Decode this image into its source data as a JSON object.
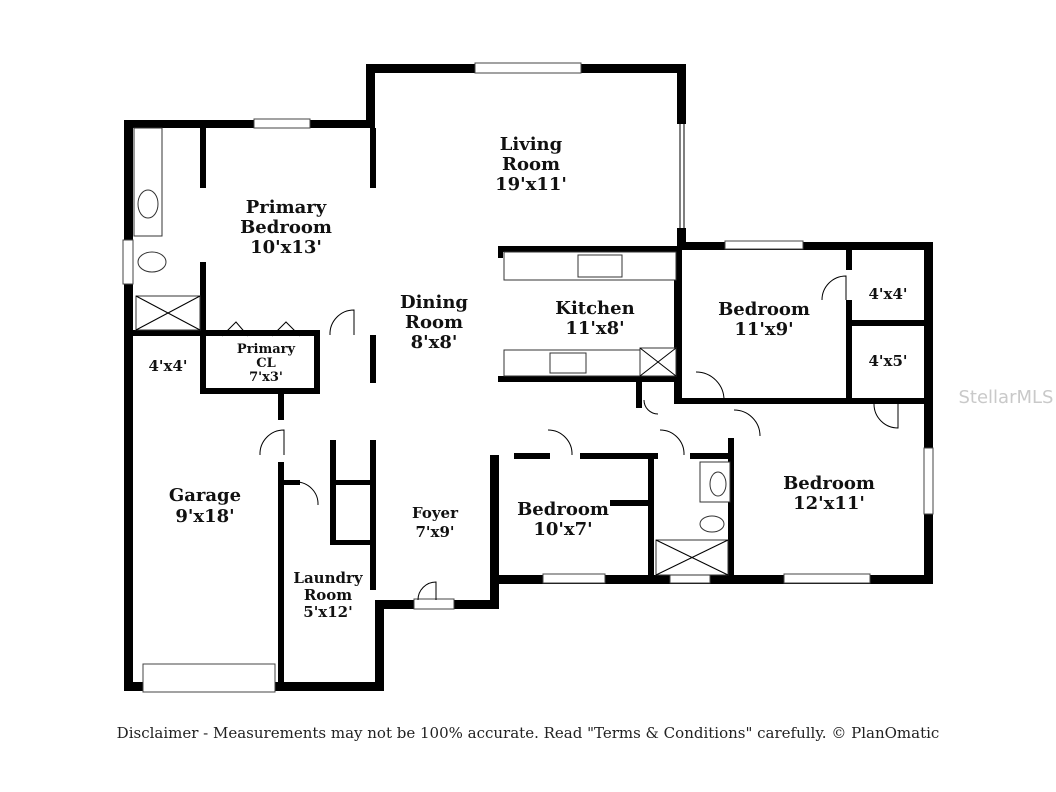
{
  "rooms": {
    "living": {
      "name": "Living",
      "name2": "Room",
      "dim": "19'x11'"
    },
    "primary_bedroom": {
      "name": "Primary",
      "name2": "Bedroom",
      "dim": "10'x13'"
    },
    "dining": {
      "name": "Dining",
      "name2": "Room",
      "dim": "8'x8'"
    },
    "kitchen": {
      "name": "Kitchen",
      "dim": "11'x8'"
    },
    "bedroom_ne": {
      "name": "Bedroom",
      "dim": "11'x9'"
    },
    "closet_ne_1": {
      "dim": "4'x4'"
    },
    "closet_ne_2": {
      "dim": "4'x5'"
    },
    "closet_nw": {
      "dim": "4'x4'"
    },
    "primary_closet": {
      "name": "Primary",
      "name2": "CL",
      "dim": "7'x3'"
    },
    "garage": {
      "name": "Garage",
      "dim": "9'x18'"
    },
    "foyer": {
      "name": "Foyer",
      "dim": "7'x9'"
    },
    "bedroom_mid": {
      "name": "Bedroom",
      "dim": "10'x7'"
    },
    "bedroom_se": {
      "name": "Bedroom",
      "dim": "12'x11'"
    },
    "laundry": {
      "name": "Laundry",
      "name2": "Room",
      "dim": "5'x12'"
    }
  },
  "watermark": "StellarMLS",
  "disclaimer": "Disclaimer - Measurements may not be 100% accurate. Read \"Terms & Conditions\" carefully. © PlanOmatic"
}
